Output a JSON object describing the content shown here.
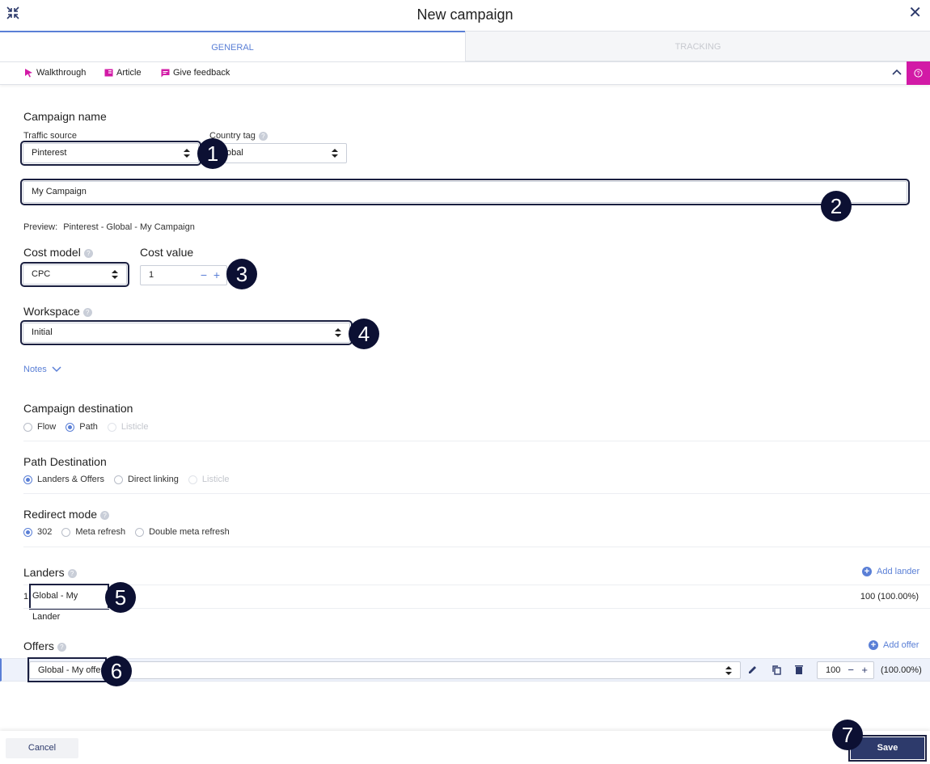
{
  "window": {
    "title": "New campaign"
  },
  "tabs": [
    {
      "label": "GENERAL"
    },
    {
      "label": "TRACKING"
    }
  ],
  "helpbar": {
    "walkthrough": "Walkthrough",
    "article": "Article",
    "feedback": "Give feedback"
  },
  "campaign_name": {
    "heading": "Campaign name",
    "traffic_source_label": "Traffic source",
    "traffic_source_value": "Pinterest",
    "country_tag_label": "Country tag",
    "country_tag_value": "Global",
    "name_value": "My Campaign",
    "preview_label": "Preview:",
    "preview_value": "Pinterest - Global - My Campaign"
  },
  "cost": {
    "model_label": "Cost model",
    "model_value": "CPC",
    "value_label": "Cost value",
    "value": "1",
    "minus": "−",
    "plus": "+"
  },
  "workspace": {
    "label": "Workspace",
    "value": "Initial"
  },
  "notes": {
    "label": "Notes"
  },
  "destination": {
    "heading": "Campaign destination",
    "options": [
      "Flow",
      "Path",
      "Listicle"
    ],
    "selected": "Path"
  },
  "path_destination": {
    "heading": "Path Destination",
    "options": [
      "Landers & Offers",
      "Direct linking",
      "Listicle"
    ],
    "selected": "Landers & Offers"
  },
  "redirect": {
    "heading": "Redirect mode",
    "options": [
      "302",
      "Meta refresh",
      "Double meta refresh"
    ],
    "selected": "302"
  },
  "landers": {
    "heading": "Landers",
    "add_label": "Add lander",
    "rows": [
      {
        "index": "1.",
        "name": "Global - My Lander",
        "weight": "100 (100.00%)"
      }
    ]
  },
  "offers": {
    "heading": "Offers",
    "add_label": "Add offer",
    "rows": [
      {
        "name": "Global - My offer",
        "weight": "100",
        "percent": "(100.00%)"
      }
    ]
  },
  "footer": {
    "cancel": "Cancel",
    "save": "Save"
  },
  "markers": [
    "1",
    "2",
    "3",
    "4",
    "5",
    "6",
    "7"
  ],
  "colors": {
    "accent": "#5a7fd6",
    "primary": "#2d3a6b",
    "help_pink": "#d21aa6",
    "marker": "#0c1033"
  }
}
